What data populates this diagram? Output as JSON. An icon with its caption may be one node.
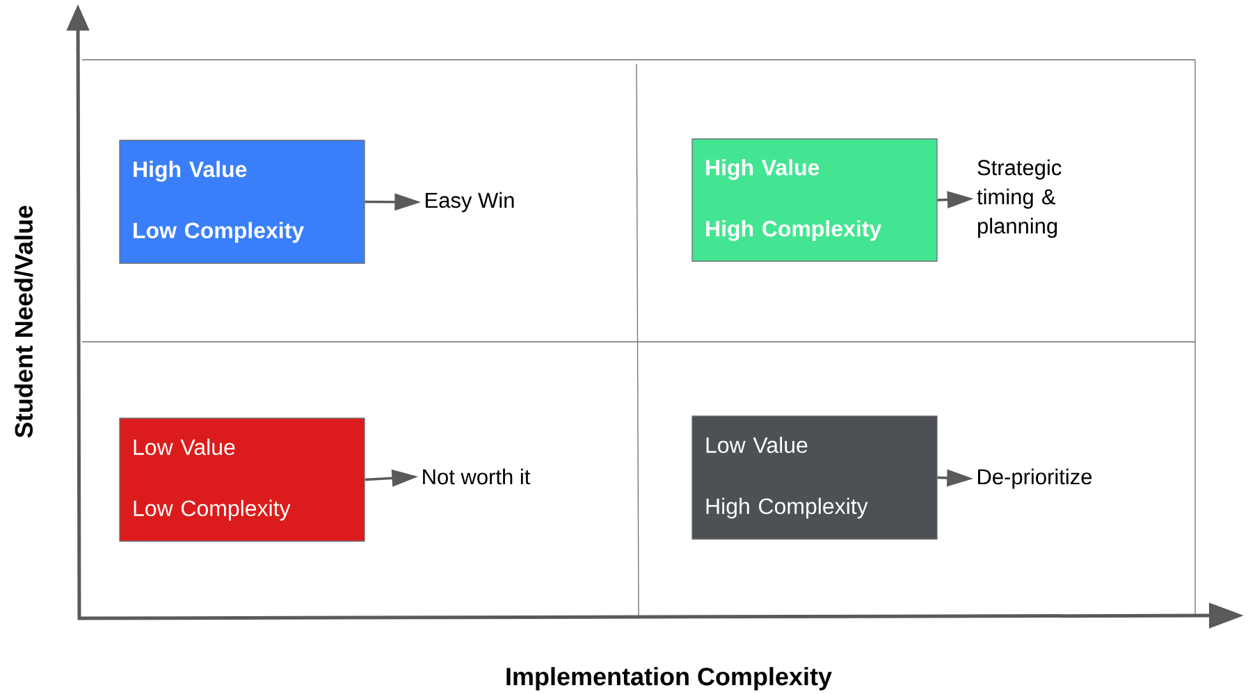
{
  "diagram": {
    "nodes": [
      {
        "text": [
          "High Value",
          "Low Complexity"
        ]
      },
      {
        "text": [
          "Easy Win"
        ]
      },
      {
        "text": [
          "High Value",
          "High Complexity"
        ]
      },
      {
        "text": [
          "Strategic timing & planning"
        ]
      },
      {
        "text": [
          "Low Value",
          "Low Complexity"
        ]
      },
      {
        "text": [
          "Not worth it"
        ]
      },
      {
        "text": [
          "Low Value",
          "High Complexity"
        ]
      },
      {
        "text": [
          "De-prioritize"
        ]
      }
    ],
    "edges": [
      {
        "from": 0,
        "to": 1,
        "arrow": "to"
      },
      {
        "from": 2,
        "to": 3,
        "arrow": "to"
      },
      {
        "from": 4,
        "to": 5,
        "arrow": "to"
      },
      {
        "from": 6,
        "to": 7,
        "arrow": "to"
      }
    ],
    "labels": [
      "Student Need/Value",
      "Implementation Complexity"
    ]
  }
}
